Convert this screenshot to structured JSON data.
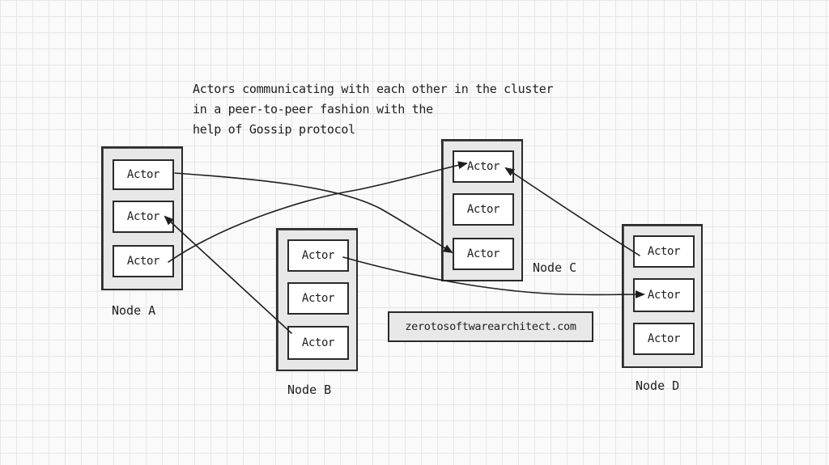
{
  "caption": {
    "lines": [
      "Actors communicating with each other in the cluster",
      "in a peer-to-peer fashion with the",
      "help of Gossip protocol"
    ]
  },
  "nodes": [
    {
      "label": "Node A",
      "actors": [
        "Actor",
        "Actor",
        "Actor"
      ]
    },
    {
      "label": "Node B",
      "actors": [
        "Actor",
        "Actor",
        "Actor"
      ]
    },
    {
      "label": "Node C",
      "actors": [
        "Actor",
        "Actor",
        "Actor"
      ]
    },
    {
      "label": "Node D",
      "actors": [
        "Actor",
        "Actor",
        "Actor"
      ]
    }
  ],
  "watermark": "zerotosoftwarearchitect.com",
  "colors": {
    "stroke": "#2a2a2a",
    "node_fill": "#e8e8e8",
    "actor_fill": "#ffffff"
  }
}
